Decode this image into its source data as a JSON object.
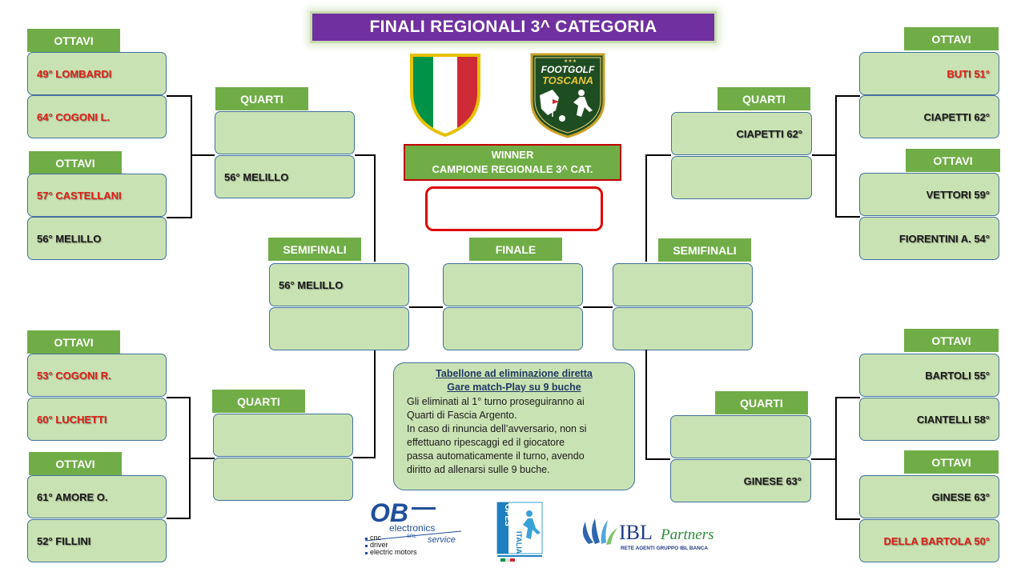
{
  "title": "FINALI REGIONALI 3^ CATEGORIA",
  "labels": {
    "ottavi": "OTTAVI",
    "quarti": "QUARTI",
    "semifinali": "SEMIFINALI",
    "finale": "FINALE"
  },
  "winner": {
    "line1": "WINNER",
    "line2": "CAMPIONE REGIONALE 3^ CAT.",
    "name": ""
  },
  "left": {
    "ottavi": [
      {
        "p1": "49° LOMBARDI",
        "p2": "64° COGONI L."
      },
      {
        "p1": "57° CASTELLANI",
        "p2": "56° MELILLO"
      },
      {
        "p1": "53° COGONI R.",
        "p2": "60° LUCHETTI"
      },
      {
        "p1": "61° AMORE O.",
        "p2": "52° FILLINI"
      }
    ],
    "quarti": [
      {
        "p1": "",
        "p2": "56° MELILLO"
      },
      {
        "p1": "",
        "p2": ""
      }
    ],
    "semifinale": {
      "p1": "56° MELILLO",
      "p2": ""
    }
  },
  "right": {
    "ottavi": [
      {
        "p1": "BUTI 51°",
        "p2": "CIAPETTI 62°"
      },
      {
        "p1": "VETTORI 59°",
        "p2": "FIORENTINI A. 54°"
      },
      {
        "p1": "BARTOLI 55°",
        "p2": "CIANTELLI 58°"
      },
      {
        "p1": "GINESE 63°",
        "p2": "DELLA BARTOLA 50°"
      }
    ],
    "quarti": [
      {
        "p1": "CIAPETTI 62°",
        "p2": ""
      },
      {
        "p1": "",
        "p2": "GINESE 63°"
      }
    ],
    "semifinale": {
      "p1": "",
      "p2": ""
    }
  },
  "finale": {
    "p1": "",
    "p2": ""
  },
  "info": {
    "header1": "Tabellone ad eliminazione diretta",
    "header2": "Gare match-Play su 9 buche",
    "line1": "Gli eliminati al 1° turno  proseguiranno ai",
    "line2": "Quarti di Fascia Argento.",
    "line3": "In caso di rinuncia dell’avversario, non si",
    "line4": "effettuano ripescaggi ed il giocatore",
    "line5": "passa automaticamente il turno,  avendo",
    "line6": "diritto  ad allenarsi sulle 9 buche."
  },
  "logos": {
    "footgolf": {
      "line1": "FOOTGOLF",
      "line2": "TOSCANA"
    },
    "ob": {
      "mark": "OB",
      "sub": "electronics",
      "srl": "SRL",
      "service": "service",
      "l1": "cnc",
      "l2": "driver",
      "l3": "electric motors"
    },
    "opes": {
      "word": "OPES",
      "country": "ITALIA"
    },
    "ibl": {
      "mark": "IBL",
      "partners": "Partners",
      "tagline": "RETE AGENTI GRUPPO IBL BANCA"
    },
    "shield_icon": "italian-tricolor-shield"
  },
  "colors": {
    "title_bg": "#7030a0",
    "label_bg": "#70ad47",
    "box_bg": "#c9e2b3",
    "box_border": "#41719c",
    "highlight_red": "#e0201a",
    "winner_border": "#e00000"
  }
}
